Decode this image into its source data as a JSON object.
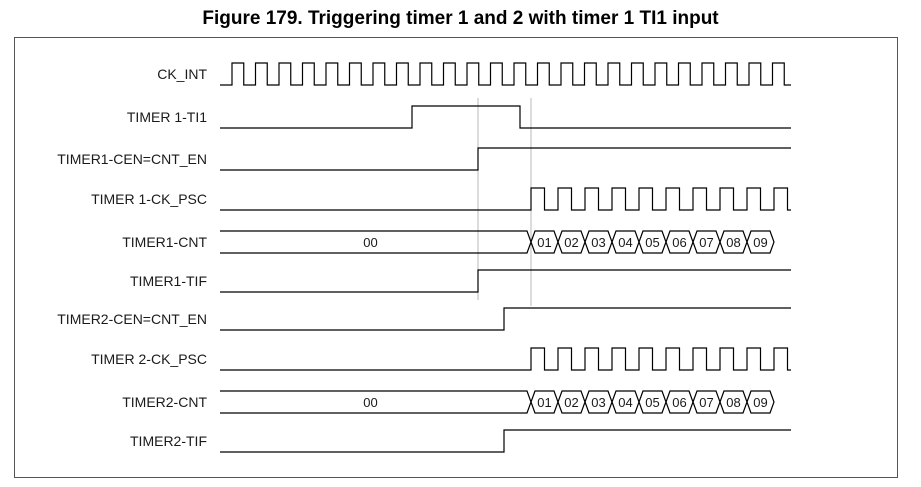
{
  "title": "Figure 179. Triggering timer 1 and 2 with timer 1 TI1 input",
  "signals": [
    {
      "label": "CK_INT",
      "type": "clock"
    },
    {
      "label": "TIMER 1-TI1",
      "type": "digital"
    },
    {
      "label": "TIMER1-CEN=CNT_EN",
      "type": "digital"
    },
    {
      "label": "TIMER 1-CK_PSC",
      "type": "clock"
    },
    {
      "label": "TIMER1-CNT",
      "type": "bus",
      "initial": "00",
      "values": [
        "01",
        "02",
        "03",
        "04",
        "05",
        "06",
        "07",
        "08",
        "09"
      ]
    },
    {
      "label": "TIMER1-TIF",
      "type": "digital"
    },
    {
      "label": "TIMER2-CEN=CNT_EN",
      "type": "digital"
    },
    {
      "label": "TIMER 2-CK_PSC",
      "type": "clock"
    },
    {
      "label": "TIMER2-CNT",
      "type": "bus",
      "initial": "00",
      "values": [
        "01",
        "02",
        "03",
        "04",
        "05",
        "06",
        "07",
        "08",
        "09"
      ]
    },
    {
      "label": "TIMER2-TIF",
      "type": "digital"
    }
  ]
}
